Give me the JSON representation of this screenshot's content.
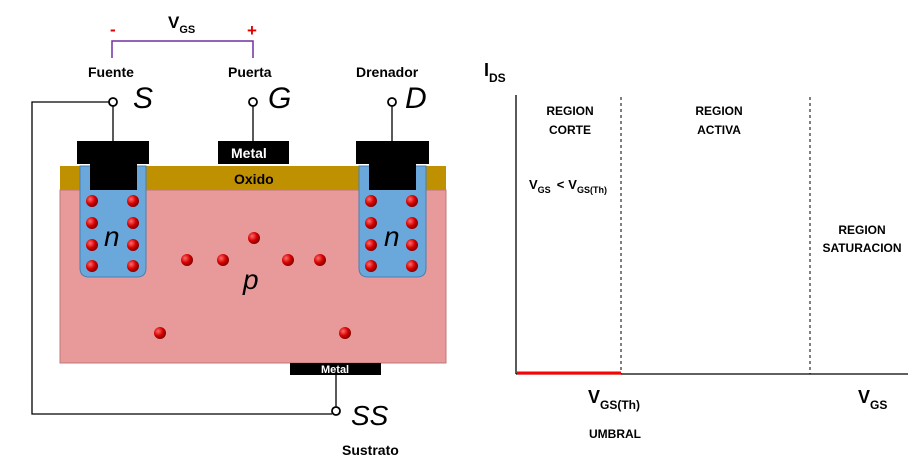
{
  "mosfet": {
    "vgs_label": "V",
    "vgs_sub": "GS",
    "minus": "-",
    "plus": "+",
    "source_name": "Fuente",
    "gate_name": "Puerta",
    "drain_name": "Drenador",
    "source_letter": "S",
    "gate_letter": "G",
    "drain_letter": "D",
    "gate_metal": "Metal",
    "oxide": "Oxido",
    "n_left": "n",
    "n_right": "n",
    "p": "p",
    "bottom_metal": "Metal",
    "substrate_letter": "SS",
    "substrate_name": "Sustrato"
  },
  "graph": {
    "y_axis_main": "I",
    "y_axis_sub": "DS",
    "x_axis_main": "V",
    "x_axis_sub": "GS",
    "threshold_main": "V",
    "threshold_sub": "GS(Th)",
    "threshold_name": "UMBRAL",
    "region_cut_line1": "REGION",
    "region_cut_line2": "CORTE",
    "condition_v1": "V",
    "condition_s1": "GS",
    "condition_lt": "<",
    "condition_v2": "V",
    "condition_s2": "GS(Th)",
    "region_active_line1": "REGION",
    "region_active_line2": "ACTIVA",
    "region_sat_line1": "REGION",
    "region_sat_line2": "SATURACION"
  },
  "colors": {
    "substrate": "#e89a9a",
    "n_region": "#6aa8dc",
    "oxide": "#bf9000",
    "metal": "#000000",
    "electron": "#d40000",
    "vgs_wire": "#7030a0",
    "sign": "#e00000",
    "cutoff_line": "#ff0000"
  }
}
